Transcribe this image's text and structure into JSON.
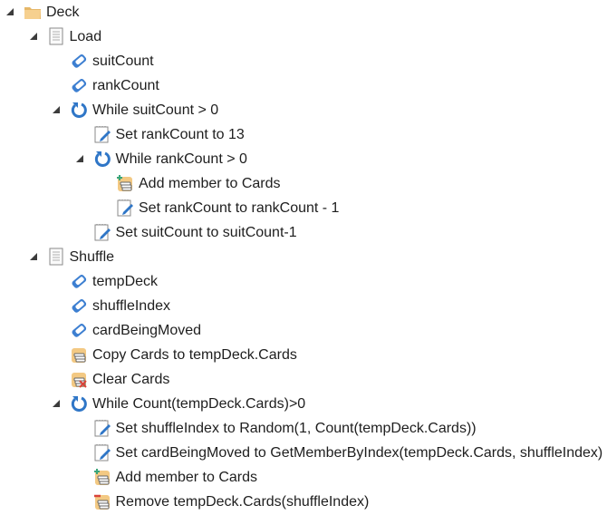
{
  "tree": [
    {
      "level": 0,
      "icon": "folder-icon",
      "expanded": true,
      "label": "Deck"
    },
    {
      "level": 1,
      "icon": "document-icon",
      "expanded": true,
      "label": "Load"
    },
    {
      "level": 2,
      "icon": "variable-icon",
      "label": "suitCount"
    },
    {
      "level": 2,
      "icon": "variable-icon",
      "label": "rankCount"
    },
    {
      "level": 2,
      "icon": "loop-icon",
      "expanded": true,
      "label": "While suitCount > 0"
    },
    {
      "level": 3,
      "icon": "assign-icon",
      "label": "Set rankCount to 13"
    },
    {
      "level": 3,
      "icon": "loop-icon",
      "expanded": true,
      "label": "While rankCount > 0"
    },
    {
      "level": 4,
      "icon": "add-member-icon",
      "label": "Add member to Cards"
    },
    {
      "level": 4,
      "icon": "assign-icon",
      "label": "Set rankCount to rankCount - 1"
    },
    {
      "level": 3,
      "icon": "assign-icon",
      "label": "Set suitCount to suitCount-1"
    },
    {
      "level": 1,
      "icon": "document-icon",
      "expanded": true,
      "label": "Shuffle"
    },
    {
      "level": 2,
      "icon": "variable-icon",
      "label": "tempDeck"
    },
    {
      "level": 2,
      "icon": "variable-icon",
      "label": "shuffleIndex"
    },
    {
      "level": 2,
      "icon": "variable-icon",
      "label": "cardBeingMoved"
    },
    {
      "level": 2,
      "icon": "copy-collection-icon",
      "label": "Copy Cards to tempDeck.Cards"
    },
    {
      "level": 2,
      "icon": "clear-collection-icon",
      "label": "Clear Cards"
    },
    {
      "level": 2,
      "icon": "loop-icon",
      "expanded": true,
      "label": "While Count(tempDeck.Cards)>0"
    },
    {
      "level": 3,
      "icon": "assign-icon",
      "label": "Set shuffleIndex to Random(1, Count(tempDeck.Cards))"
    },
    {
      "level": 3,
      "icon": "assign-icon",
      "label": "Set cardBeingMoved to GetMemberByIndex(tempDeck.Cards, shuffleIndex)"
    },
    {
      "level": 3,
      "icon": "add-member-icon",
      "label": "Add member to Cards"
    },
    {
      "level": 3,
      "icon": "remove-member-icon",
      "label": "Remove tempDeck.Cards(shuffleIndex)"
    }
  ]
}
